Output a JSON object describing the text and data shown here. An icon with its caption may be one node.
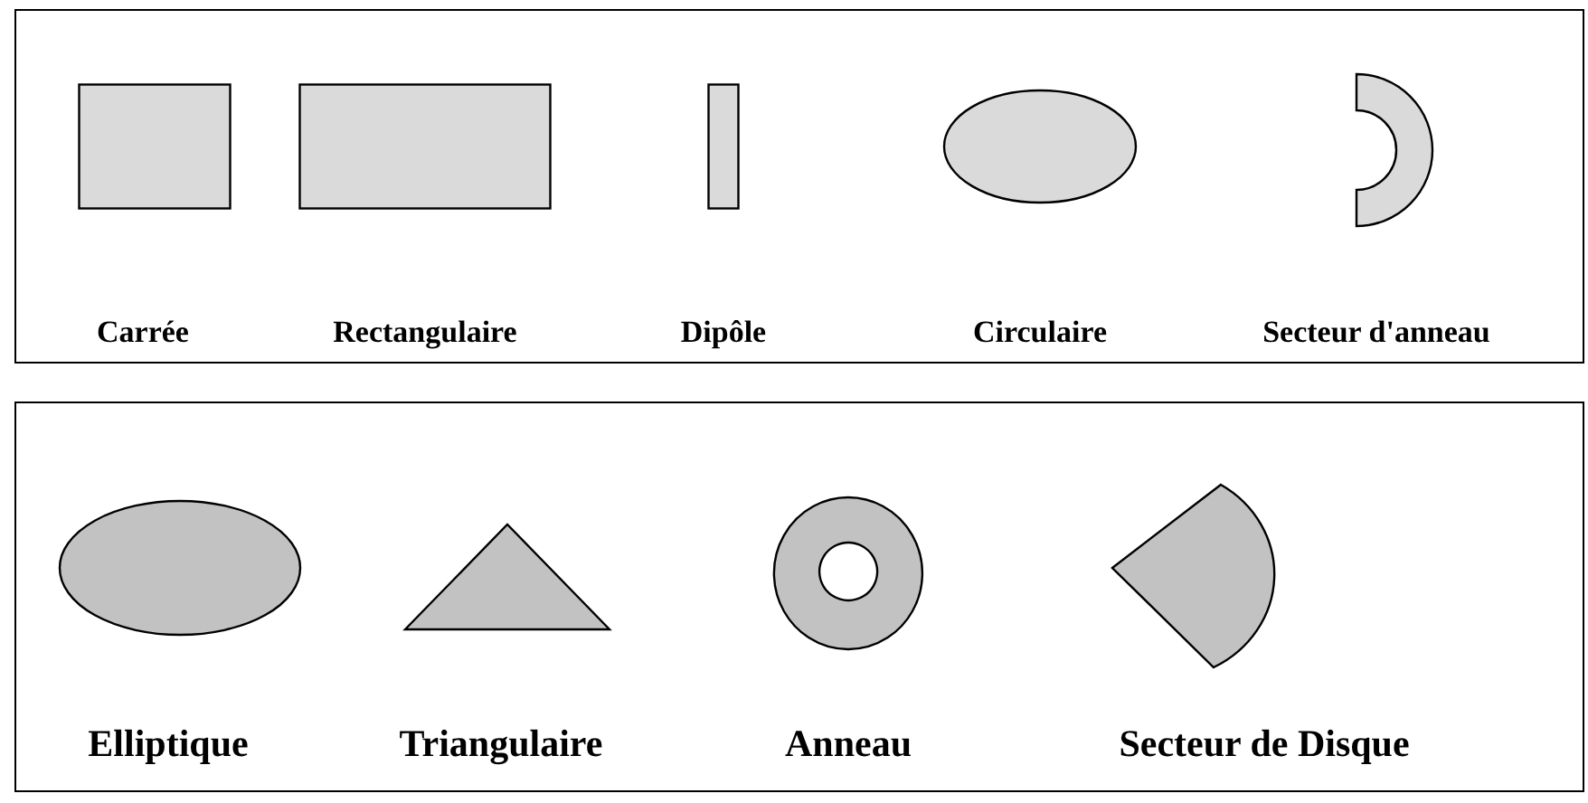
{
  "diagram": {
    "nodes": [
      {
        "text": [],
        "shape": "box"
      },
      {
        "text": [
          "Carrée"
        ],
        "in": 0
      },
      {
        "text": [
          "Rectangulaire"
        ],
        "in": 0
      },
      {
        "text": [
          "Dipôle"
        ],
        "in": 0
      },
      {
        "text": [
          "Circulaire"
        ],
        "in": 0
      },
      {
        "text": [
          "Secteur d'anneau"
        ],
        "in": 0
      },
      {
        "text": [],
        "shape": "box"
      },
      {
        "text": [
          "Elliptique"
        ],
        "in": 6
      },
      {
        "text": [
          "Triangulaire"
        ],
        "in": 6
      },
      {
        "text": [
          "Anneau"
        ],
        "in": 6
      },
      {
        "text": [
          "Secteur de Disque"
        ],
        "in": 6
      }
    ]
  }
}
